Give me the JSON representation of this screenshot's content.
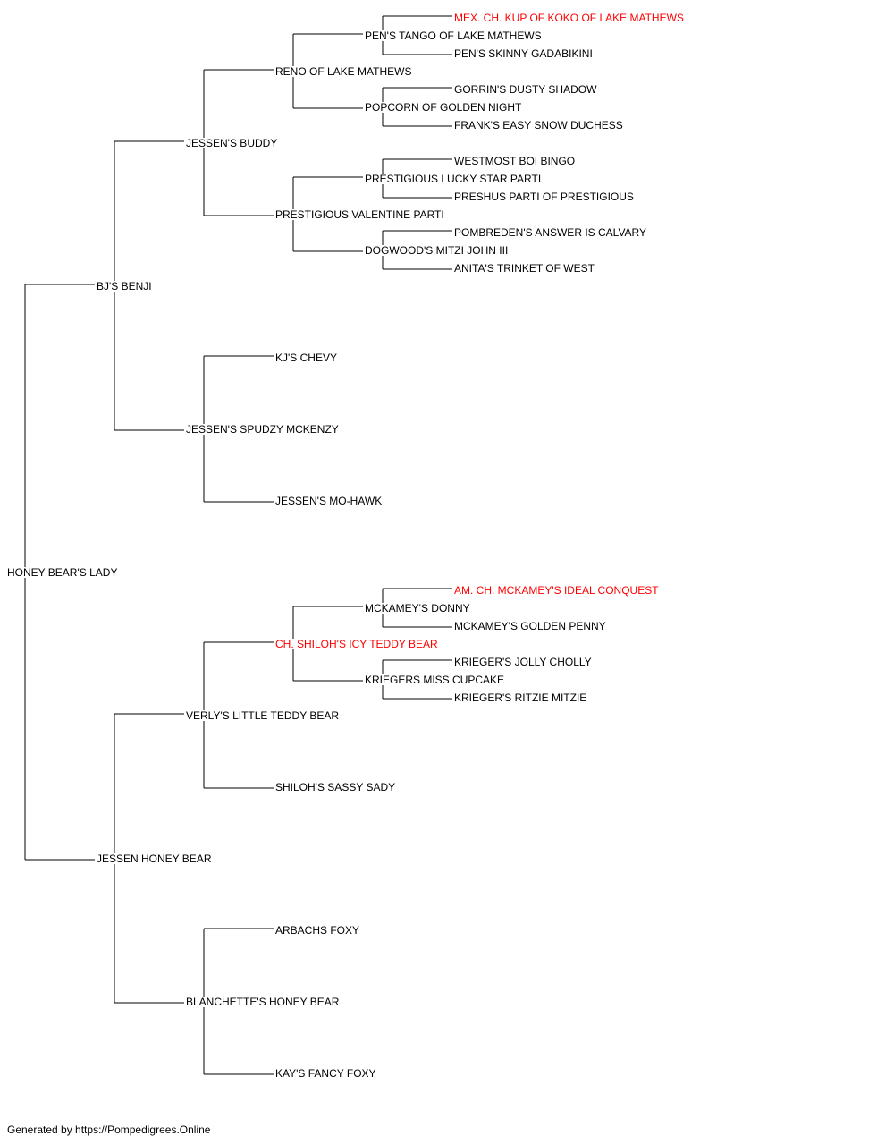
{
  "colors": {
    "text": "#000000",
    "champion": "#ff0000",
    "line": "#000000"
  },
  "pedigree": {
    "name": "HONEY BEAR'S LADY",
    "sire": {
      "name": "BJ'S BENJI",
      "sire": {
        "name": "JESSEN'S BUDDY",
        "sire": {
          "name": "RENO OF LAKE MATHEWS",
          "sire": {
            "name": "PEN'S TANGO OF LAKE MATHEWS",
            "sire": {
              "name": "MEX. CH. KUP OF KOKO OF LAKE MATHEWS",
              "titled": true
            },
            "dam": {
              "name": "PEN'S SKINNY GADABIKINI"
            }
          },
          "dam": {
            "name": "POPCORN OF GOLDEN NIGHT",
            "sire": {
              "name": "GORRIN'S DUSTY SHADOW"
            },
            "dam": {
              "name": "FRANK'S EASY SNOW DUCHESS"
            }
          }
        },
        "dam": {
          "name": "PRESTIGIOUS VALENTINE PARTI",
          "sire": {
            "name": "PRESTIGIOUS LUCKY STAR PARTI",
            "sire": {
              "name": "WESTMOST BOI BINGO"
            },
            "dam": {
              "name": "PRESHUS PARTI OF PRESTIGIOUS"
            }
          },
          "dam": {
            "name": "DOGWOOD'S MITZI JOHN III",
            "sire": {
              "name": "POMBREDEN'S ANSWER IS CALVARY"
            },
            "dam": {
              "name": "ANITA'S TRINKET OF WEST"
            }
          }
        }
      },
      "dam": {
        "name": "JESSEN'S SPUDZY MCKENZY",
        "sire": {
          "name": "KJ'S CHEVY"
        },
        "dam": {
          "name": "JESSEN'S MO-HAWK"
        }
      }
    },
    "dam": {
      "name": "JESSEN HONEY BEAR",
      "sire": {
        "name": "VERLY'S LITTLE TEDDY BEAR",
        "sire": {
          "name": "CH. SHILOH'S ICY TEDDY BEAR",
          "titled": true,
          "sire": {
            "name": "MCKAMEY'S DONNY",
            "sire": {
              "name": "AM. CH. MCKAMEY'S IDEAL CONQUEST",
              "titled": true
            },
            "dam": {
              "name": "MCKAMEY'S GOLDEN PENNY"
            }
          },
          "dam": {
            "name": "KRIEGERS MISS CUPCAKE",
            "sire": {
              "name": "KRIEGER'S JOLLY CHOLLY"
            },
            "dam": {
              "name": "KRIEGER'S RITZIE MITZIE"
            }
          }
        },
        "dam": {
          "name": "SHILOH'S SASSY SADY"
        }
      },
      "dam": {
        "name": "BLANCHETTE'S HONEY BEAR",
        "sire": {
          "name": "ARBACHS FOXY"
        },
        "dam": {
          "name": "KAY'S FANCY FOXY"
        }
      }
    }
  },
  "footer": "Generated by https://Pompedigrees.Online"
}
